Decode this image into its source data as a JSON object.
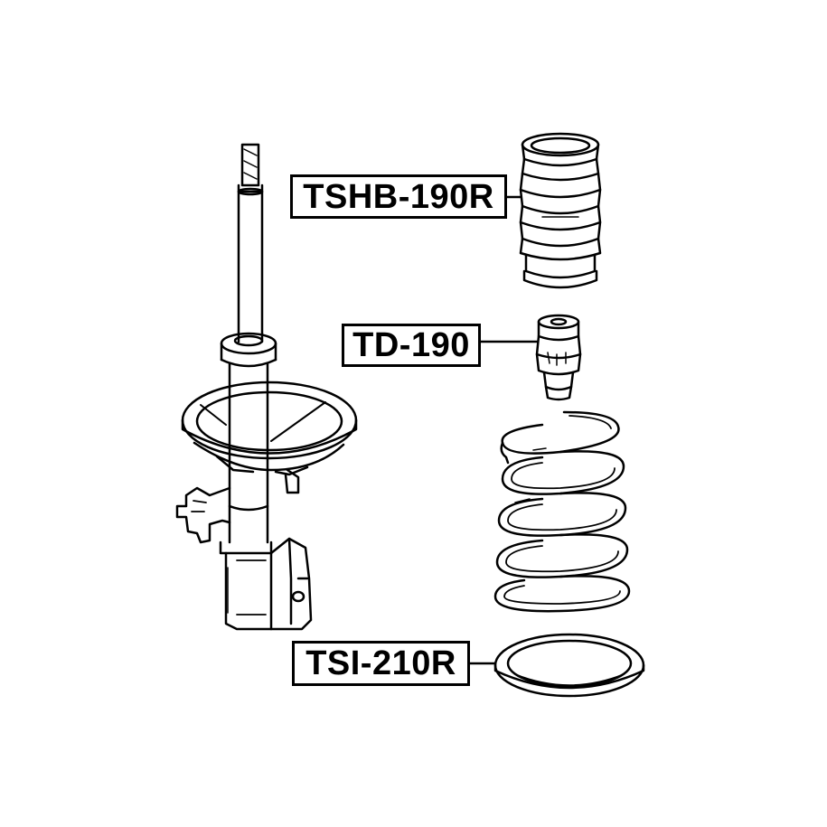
{
  "parts": [
    {
      "id": "tshb",
      "label": "TSHB-190R",
      "name": "dust-boot"
    },
    {
      "id": "td",
      "label": "TD-190",
      "name": "bump-stop"
    },
    {
      "id": "tsi",
      "label": "TSI-210R",
      "name": "spring-insulator"
    }
  ],
  "colors": {
    "line": "#000000",
    "background": "#ffffff"
  }
}
